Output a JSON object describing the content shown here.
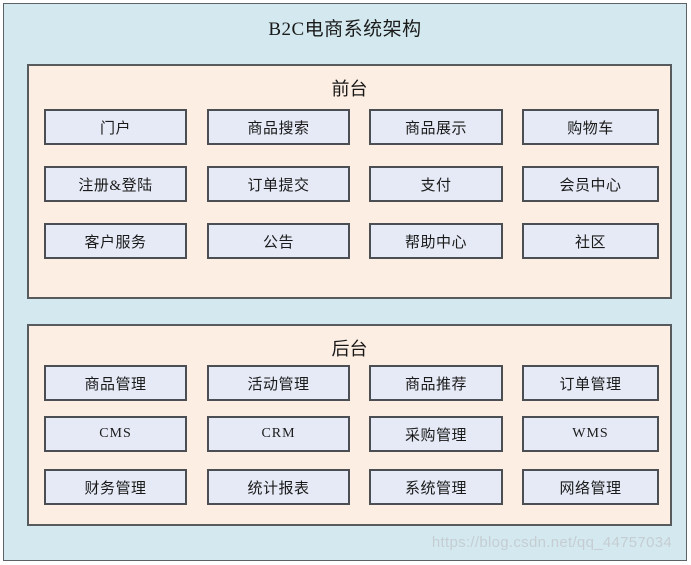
{
  "diagram": {
    "title": "B2C电商系统架构",
    "background_color": "#d3e9ef",
    "section_color": "#fdeee3",
    "cell_color": "#e5eaf6",
    "border_color": "#575b5e",
    "watermark": "https://blog.csdn.net/qq_44757034"
  },
  "sections": [
    {
      "id": "front",
      "title": "前台",
      "rows": [
        [
          {
            "label": "门户",
            "latin": false
          },
          {
            "label": "商品搜索",
            "latin": false
          },
          {
            "label": "商品展示",
            "latin": false
          },
          {
            "label": "购物车",
            "latin": false
          }
        ],
        [
          {
            "label": "注册&登陆",
            "latin": false
          },
          {
            "label": "订单提交",
            "latin": false
          },
          {
            "label": "支付",
            "latin": false
          },
          {
            "label": "会员中心",
            "latin": false
          }
        ],
        [
          {
            "label": "客户服务",
            "latin": false
          },
          {
            "label": "公告",
            "latin": false
          },
          {
            "label": "帮助中心",
            "latin": false
          },
          {
            "label": "社区",
            "latin": false
          }
        ]
      ]
    },
    {
      "id": "back",
      "title": "后台",
      "rows": [
        [
          {
            "label": "商品管理",
            "latin": false
          },
          {
            "label": "活动管理",
            "latin": false
          },
          {
            "label": "商品推荐",
            "latin": false
          },
          {
            "label": "订单管理",
            "latin": false
          }
        ],
        [
          {
            "label": "CMS",
            "latin": true
          },
          {
            "label": "CRM",
            "latin": true
          },
          {
            "label": "采购管理",
            "latin": false
          },
          {
            "label": "WMS",
            "latin": true
          }
        ],
        [
          {
            "label": "财务管理",
            "latin": false
          },
          {
            "label": "统计报表",
            "latin": false
          },
          {
            "label": "系统管理",
            "latin": false
          },
          {
            "label": "网络管理",
            "latin": false
          }
        ]
      ]
    }
  ]
}
